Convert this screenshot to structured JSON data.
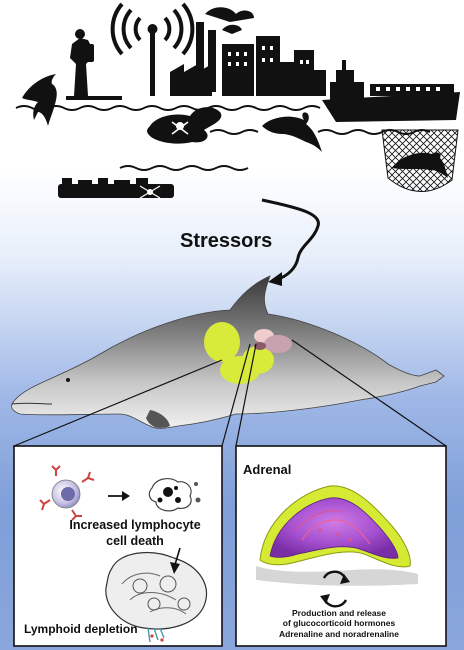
{
  "stressors": {
    "label": "Stressors"
  },
  "lymphoid_panel": {
    "caption_line1": "Increased lymphocyte",
    "caption_line2": "cell death",
    "title": "Lymphoid depletion"
  },
  "adrenal_panel": {
    "title": "Adrenal",
    "note_line1": "Production and release",
    "note_line2": "of glucocorticoid hormones",
    "note_line3": "Adrenaline and noradrenaline"
  },
  "colors": {
    "sky_gradient_top": "#ffffff",
    "sea_gradient_bottom": "#7f9fd8",
    "silhouette": "#111111",
    "dolphin_gray": "#6f6f6f",
    "organ_green": "#d8ea3a",
    "adrenal_purple": "#a44fcf",
    "adrenal_cortex_yellow": "#d6ea34"
  },
  "icons": [
    "radio-tower-icon",
    "factory-icon",
    "ship-icon",
    "fishing-net-icon",
    "oil-spill-icon",
    "skull-crossbones-icon",
    "diver-icon",
    "cycle-arrows-icon"
  ]
}
